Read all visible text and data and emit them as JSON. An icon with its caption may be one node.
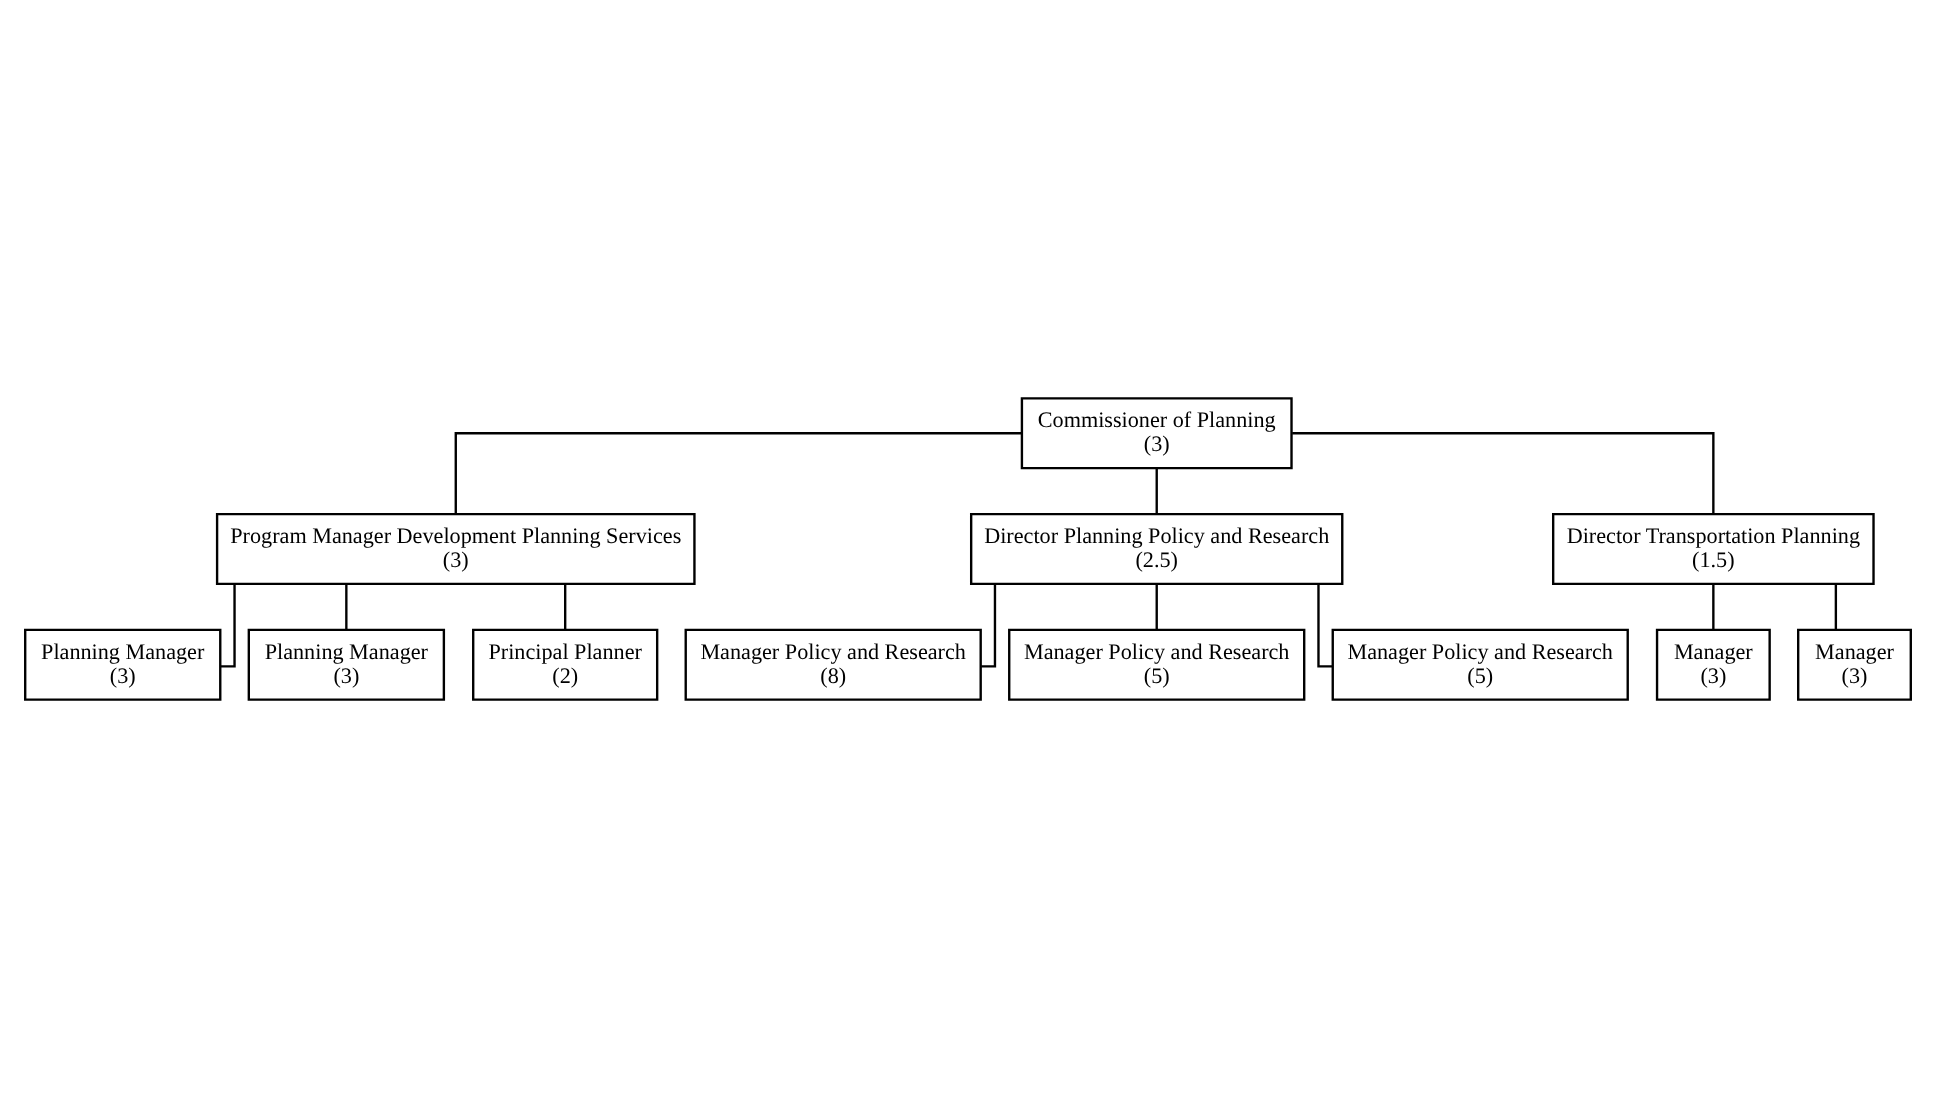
{
  "diagram": {
    "nodes": [
      {
        "text": [
          "Commissioner of Planning",
          "(3)"
        ]
      },
      {
        "text": [
          "Program Manager Development Planning Services",
          "(3)"
        ]
      },
      {
        "text": [
          "Director Planning Policy and Research",
          "(2.5)"
        ]
      },
      {
        "text": [
          "Director Transportation Planning",
          "(1.5)"
        ]
      },
      {
        "text": [
          "Planning Manager",
          "(3)"
        ]
      },
      {
        "text": [
          "Planning Manager",
          "(3)"
        ]
      },
      {
        "text": [
          "Principal Planner",
          "(2)"
        ]
      },
      {
        "text": [
          "Manager Policy and Research",
          "(8)"
        ]
      },
      {
        "text": [
          "Manager Policy and Research",
          "(5)"
        ]
      },
      {
        "text": [
          "Manager Policy and Research",
          "(5)"
        ]
      },
      {
        "text": [
          "Manager",
          "(3)"
        ]
      },
      {
        "text": [
          "Manager",
          "(3)"
        ]
      }
    ],
    "edges": [
      {
        "from": 0,
        "to": 1,
        "arrow": "none"
      },
      {
        "from": 0,
        "to": 2,
        "arrow": "none"
      },
      {
        "from": 0,
        "to": 3,
        "arrow": "none"
      },
      {
        "from": 1,
        "to": 4,
        "arrow": "none"
      },
      {
        "from": 1,
        "to": 5,
        "arrow": "none"
      },
      {
        "from": 1,
        "to": 6,
        "arrow": "none"
      },
      {
        "from": 2,
        "to": 7,
        "arrow": "none"
      },
      {
        "from": 2,
        "to": 8,
        "arrow": "none"
      },
      {
        "from": 2,
        "to": 9,
        "arrow": "none"
      },
      {
        "from": 3,
        "to": 10,
        "arrow": "none"
      },
      {
        "from": 3,
        "to": 11,
        "arrow": "none"
      }
    ]
  }
}
